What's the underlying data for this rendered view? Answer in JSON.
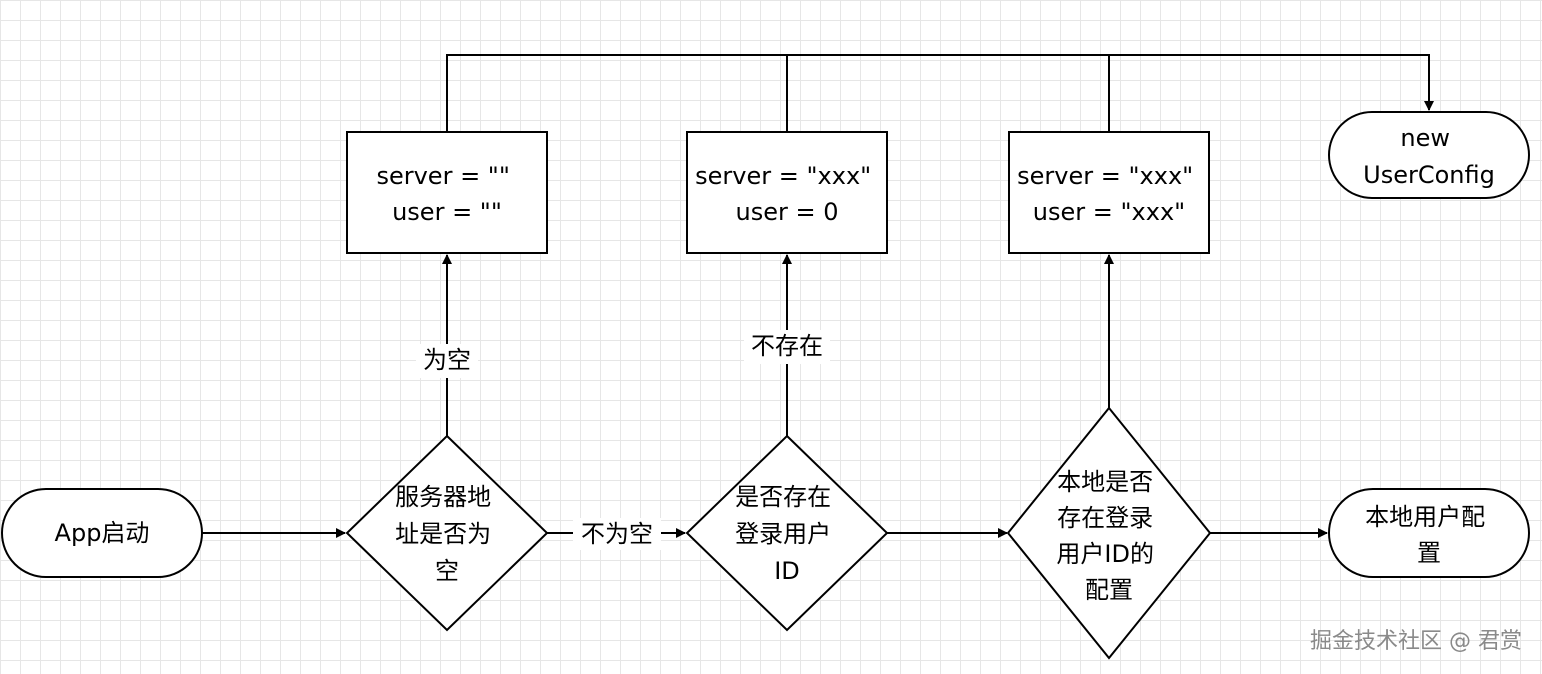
{
  "nodes": {
    "start": "App启动",
    "decision_server_empty": [
      "服务器地",
      "址是否为",
      "空"
    ],
    "decision_user_exists": [
      "是否存在",
      "登录用户",
      "ID"
    ],
    "decision_local_config": [
      "本地是否",
      "存在登录",
      "用户ID的",
      "配置"
    ],
    "local_user_config": [
      "本地用户配",
      "置"
    ],
    "box_empty": [
      "server = \"\"",
      "user = \"\""
    ],
    "box_user_zero": [
      "server = \"xxx\"",
      "user = 0"
    ],
    "box_user_xxx": [
      "server = \"xxx\"",
      "user = \"xxx\""
    ],
    "new_user_config": [
      "new",
      "UserConfig"
    ]
  },
  "edges": {
    "empty": "为空",
    "not_exist": "不存在",
    "not_empty": "不为空"
  },
  "watermark": "掘金技术社区 @ 君赏"
}
